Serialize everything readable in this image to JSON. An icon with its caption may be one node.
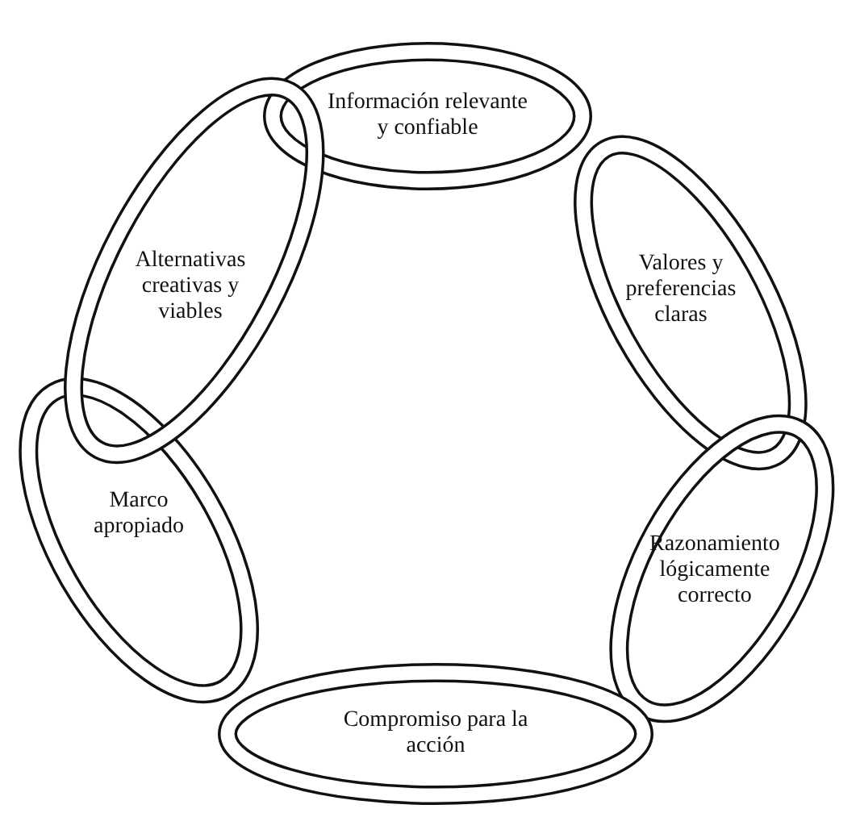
{
  "diagram": {
    "nodes": [
      {
        "text": [
          "Información relevante y confiable"
        ]
      },
      {
        "text": [
          "Valores y preferencias claras"
        ]
      },
      {
        "text": [
          "Razonamiento lógicamente correcto"
        ]
      },
      {
        "text": [
          "Compromiso para la acción"
        ]
      },
      {
        "text": [
          "Marco apropiado"
        ]
      },
      {
        "text": [
          "Alternativas creativas y viables"
        ]
      }
    ]
  }
}
